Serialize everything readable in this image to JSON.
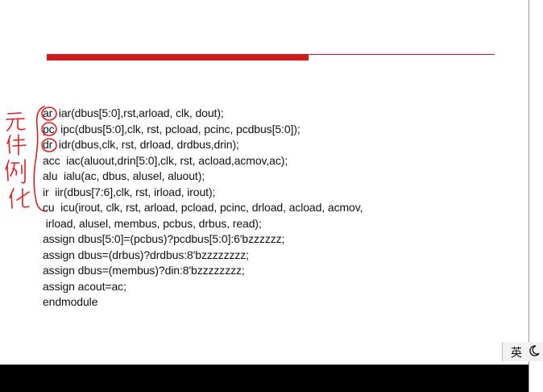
{
  "code_lines": [
    "ar  iar(dbus[5:0],rst,arload, clk, dout);",
    "pc  ipc(dbus[5:0],clk, rst, pcload, pcinc, pcdbus[5:0]);",
    "dr  idr(dbus,clk, rst, drload, drdbus,drin);",
    "acc  iac(aluout,drin[5:0],clk, rst, acload,acmov,ac);",
    "alu  ialu(ac, dbus, alusel, aluout);",
    "ir  iir(dbus[7:6],clk, rst, irload, irout);",
    "cu  icu(irout, clk, rst, arload, pcload, pcinc, drload, acload, acmov,",
    " irload, alusel, membus, pcbus, drbus, read);",
    "assign dbus[5:0]=(pcbus)?pcdbus[5:0]:6'bzzzzzz;",
    "assign dbus=(drbus)?drdbus:8'bzzzzzzzz;",
    "assign dbus=(membus)?din:8'bzzzzzzzz;",
    "assign acout=ac;",
    "endmodule"
  ],
  "handwritten_note": "元件例化",
  "ime": {
    "language": "英",
    "icon": "moon-icon"
  },
  "subtitle": "",
  "colors": {
    "accent_red": "#d31a1a",
    "annotation_red": "#e01e1e",
    "text": "#111111"
  }
}
